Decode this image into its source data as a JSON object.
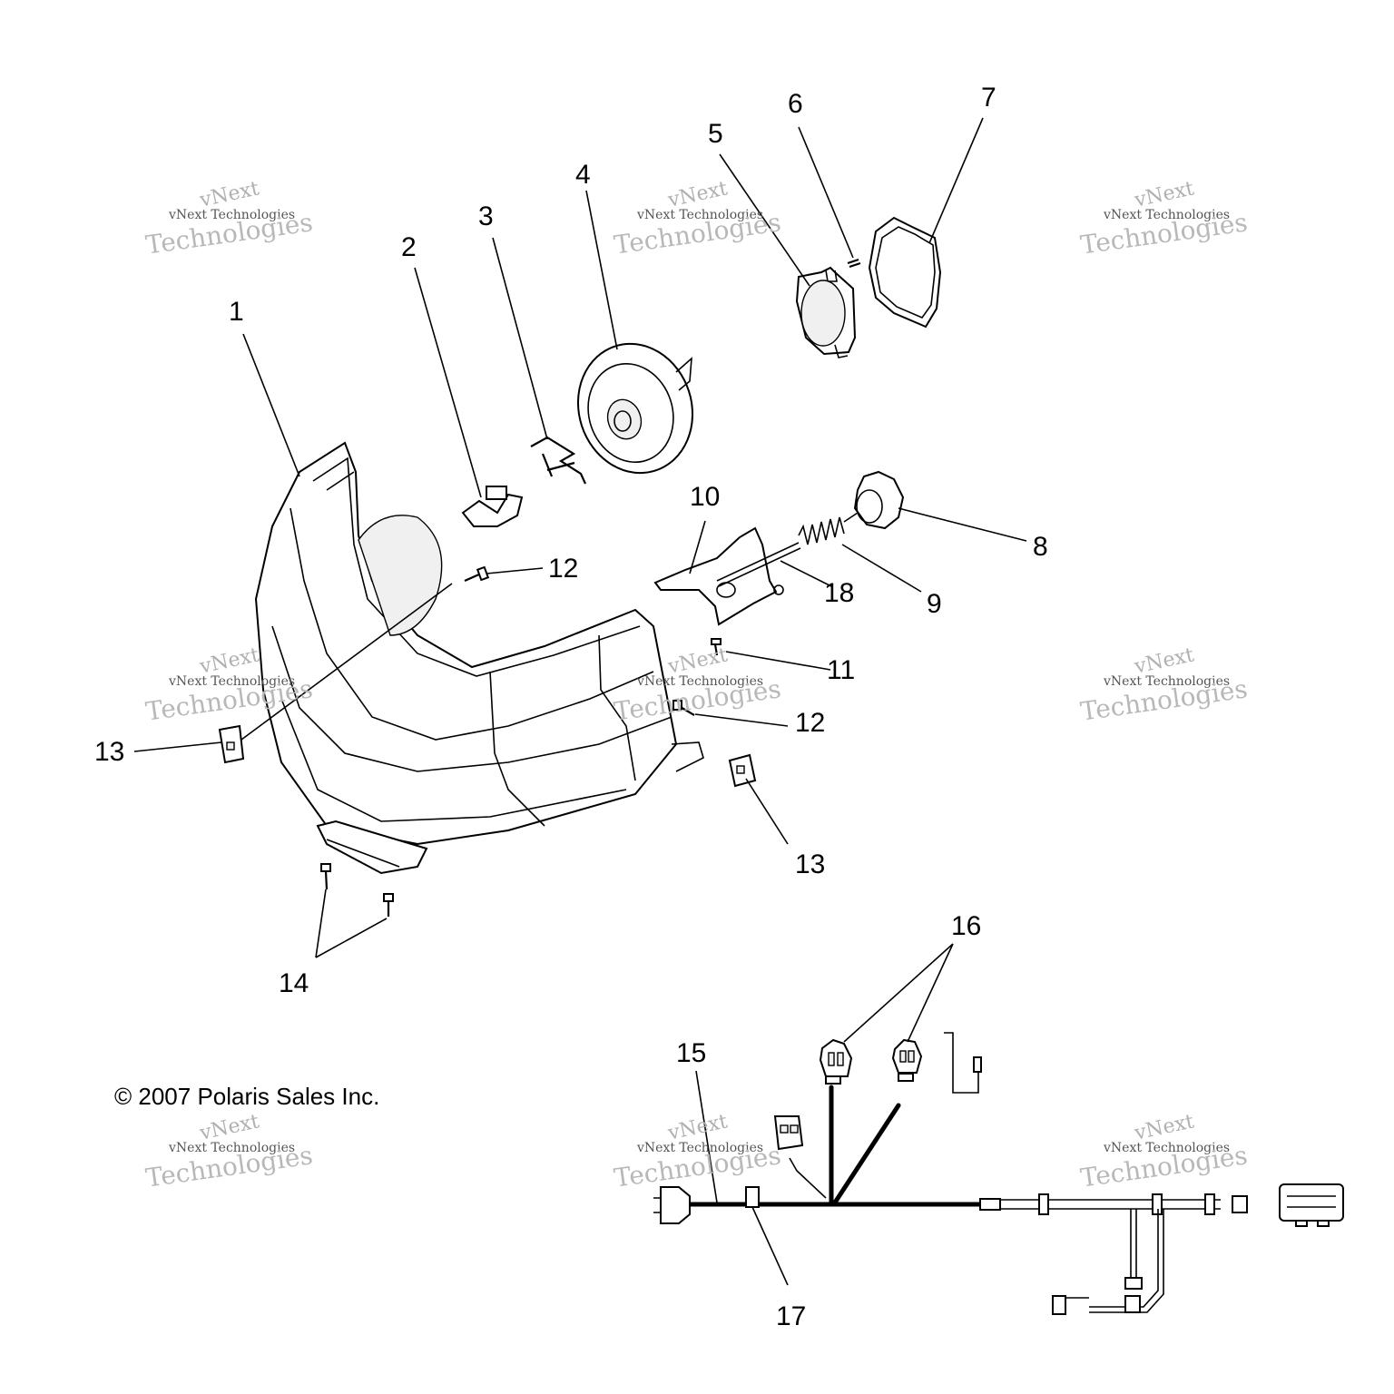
{
  "diagram": {
    "callouts": [
      "1",
      "2",
      "3",
      "4",
      "5",
      "6",
      "7",
      "8",
      "9",
      "10",
      "11",
      "12",
      "12",
      "13",
      "13",
      "14",
      "15",
      "16",
      "17",
      "18"
    ],
    "copyright": "© 2007 Polaris Sales Inc.",
    "watermark": {
      "line1": "vNext",
      "line2": "vNext Technologies",
      "line3": "Technologies"
    }
  }
}
